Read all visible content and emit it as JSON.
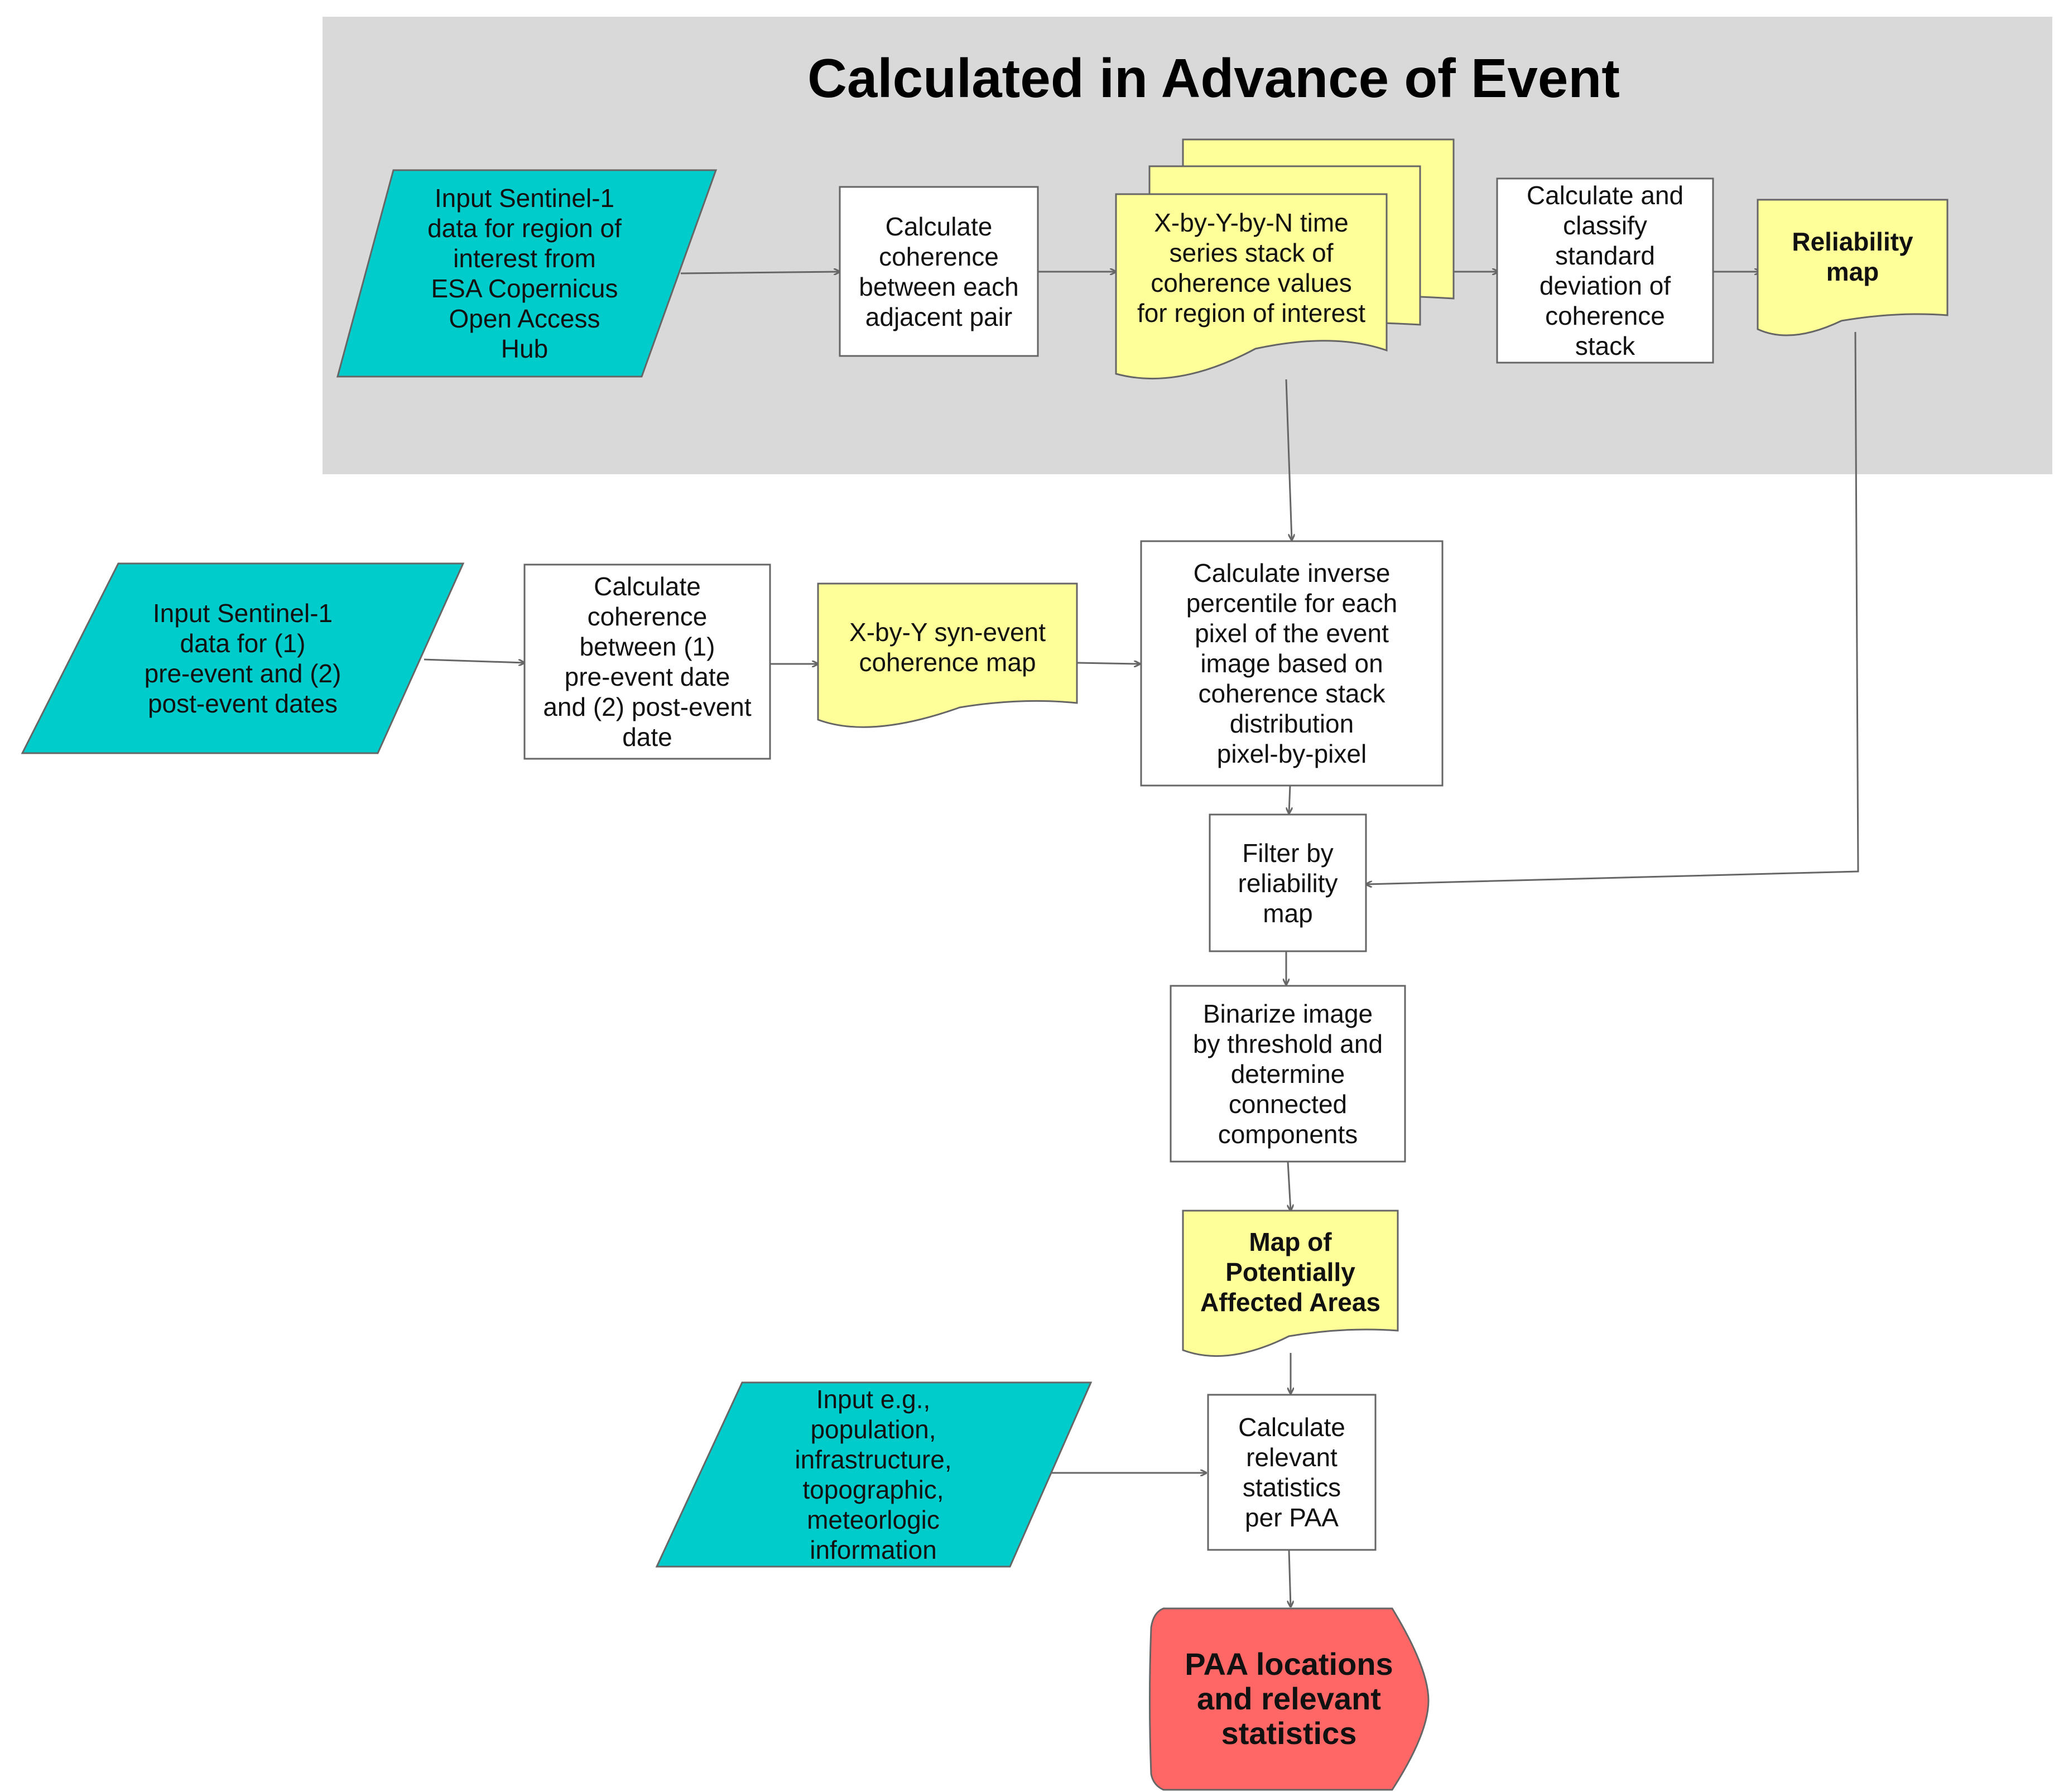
{
  "title": "Calculated in Advance of Event",
  "colors": {
    "input_fill": "#00CCCC",
    "document_fill": "#FFFF99",
    "process_fill": "#FFFFFF",
    "terminal_fill": "#FF6666",
    "advance_band_fill": "#D9D9D9",
    "stroke": "#666666"
  },
  "nodes": {
    "input_sentinel_region": "Input Sentinel-1\ndata for region of\ninterest from\nESA Copernicus\nOpen Access\nHub",
    "calc_coherence_adjacent": "Calculate\ncoherence\nbetween each\nadjacent pair",
    "coherence_stack": "X-by-Y-by-N time\nseries stack of\ncoherence values\nfor region of interest",
    "classify_std_dev": "Calculate and\nclassify\nstandard\ndeviation of\ncoherence\nstack",
    "reliability_map": "Reliability\nmap",
    "input_sentinel_event": "Input Sentinel-1\ndata for (1)\npre-event and (2)\npost-event dates",
    "calc_coherence_event": "Calculate\ncoherence\nbetween (1)\npre-event date\nand (2) post-event\ndate",
    "syn_event_map": "X-by-Y syn-event\ncoherence  map",
    "inverse_percentile": "Calculate inverse\npercentile for each\npixel of the event\nimage based on\ncoherence stack\ndistribution\npixel-by-pixel",
    "filter_reliability": "Filter by\nreliability\nmap",
    "binarize": "Binarize image\nby threshold and\ndetermine\nconnected\ncomponents",
    "paa_map": "Map of\nPotentially\nAffected Areas",
    "input_ancillary": "Input e.g.,\npopulation,\ninfrastructure,\ntopographic,\nmeteorlogic\ninformation",
    "calc_statistics": "Calculate\nrelevant\nstatistics\nper PAA",
    "paa_output": "PAA locations\nand relevant\nstatistics"
  }
}
